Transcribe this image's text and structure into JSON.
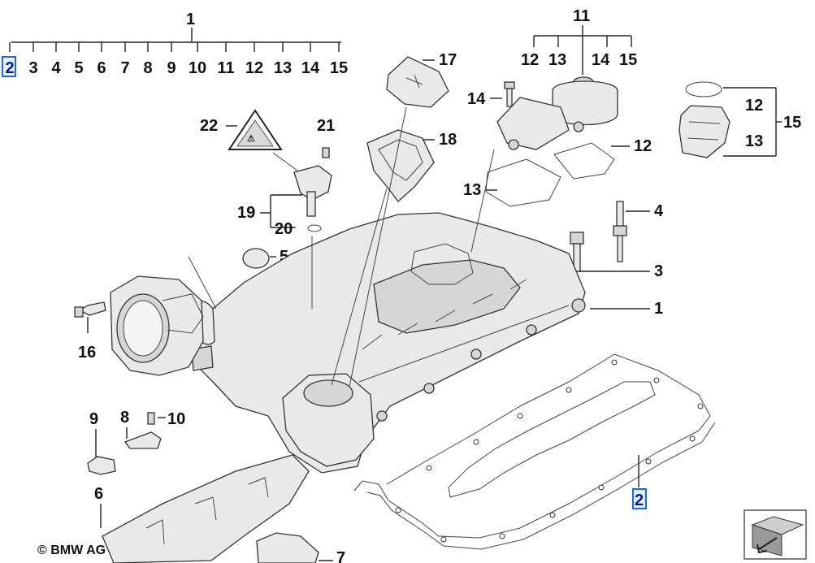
{
  "labels": {
    "l1": "1",
    "l11": "11",
    "g1": [
      "2",
      "3",
      "4",
      "5",
      "6",
      "7",
      "8",
      "9",
      "10",
      "11",
      "12",
      "13",
      "14",
      "15"
    ],
    "g11": [
      "12",
      "13",
      "14",
      "15"
    ],
    "l17": "17",
    "l18": "18",
    "l14": "14",
    "l12a": "12",
    "l13a": "13",
    "l12b": "12",
    "l13b": "13",
    "l15": "15",
    "l22": "22",
    "l21": "21",
    "l19": "19",
    "l20": "20",
    "l4": "4",
    "l5": "5",
    "l3": "3",
    "l1b": "1",
    "l16": "16",
    "l9": "9",
    "l8": "8",
    "l10": "10",
    "l6": "6",
    "l2": "2",
    "l7": "7"
  },
  "copyright": "© BMW AG",
  "image_code": "22133040",
  "colors": {
    "highlight": "#1a6bd6",
    "highlight_fill": "#e6f0ff"
  }
}
